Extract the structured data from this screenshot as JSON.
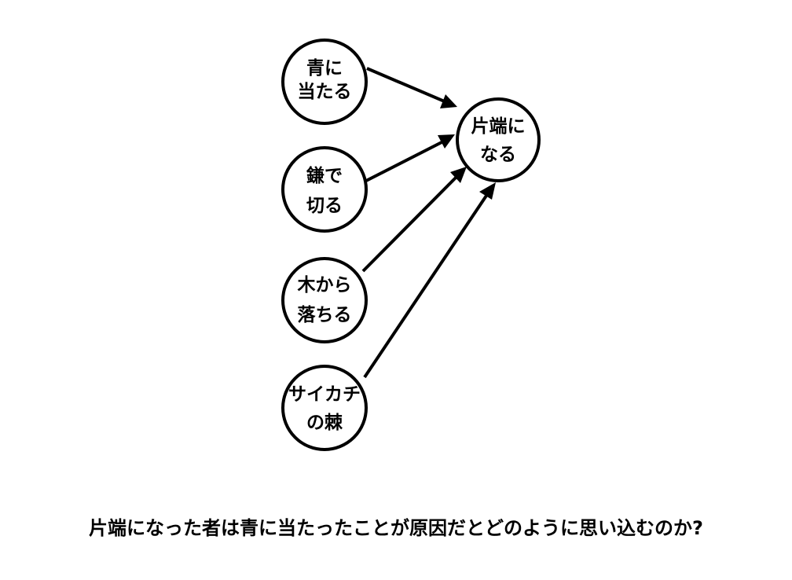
{
  "colors": {
    "stroke": "#000000",
    "fill": "#ffffff",
    "text": "#000000"
  },
  "nodes": {
    "blue": {
      "line1": "青に",
      "line2": "当たる"
    },
    "sickle": {
      "line1": "鎌で",
      "line2": "切る"
    },
    "tree": {
      "line1": "木から",
      "line2": "落ちる"
    },
    "saikachi": {
      "line1": "サイカチ",
      "line2": "の棘"
    },
    "target": {
      "line1": "片端に",
      "line2": "なる"
    }
  },
  "question": "片端になった者は青に当たったことが原因だとどのように思い込むのか?"
}
